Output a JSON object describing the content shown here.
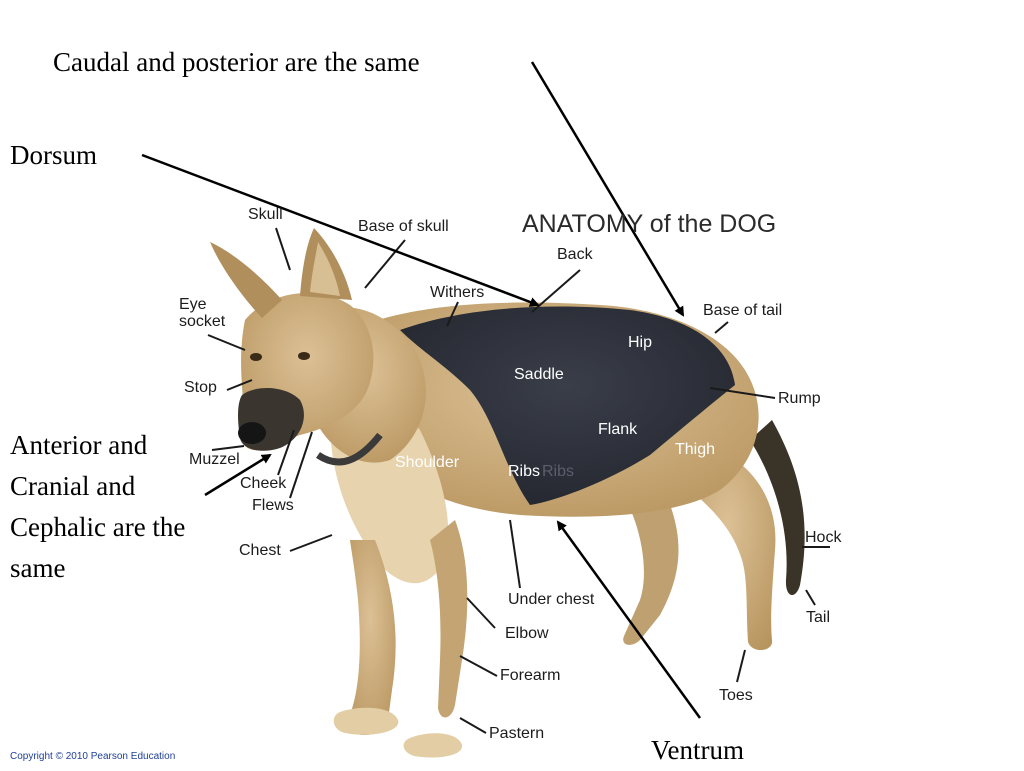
{
  "annotations": {
    "caudal": "Caudal and posterior are the same",
    "dorsum": "Dorsum",
    "anterior": [
      "Anterior and",
      "Cranial and",
      "Cephalic are the",
      "same"
    ],
    "ventrum": "Ventrum"
  },
  "figure": {
    "title": "ANATOMY of the DOG",
    "labels": {
      "skull": "Skull",
      "base_of_skull": "Base of skull",
      "back": "Back",
      "withers": "Withers",
      "base_of_tail": "Base of tail",
      "eye_socket": [
        "Eye",
        "socket"
      ],
      "hip": "Hip",
      "saddle": "Saddle",
      "stop": "Stop",
      "rump": "Rump",
      "flank": "Flank",
      "thigh": "Thigh",
      "muzzel": "Muzzel",
      "shoulder": "Shoulder",
      "ribs": "Ribs",
      "ribs_shadow": "Ribs",
      "cheek": "Cheek",
      "flews": "Flews",
      "hock": "Hock",
      "chest": "Chest",
      "under_chest": "Under chest",
      "tail": "Tail",
      "elbow": "Elbow",
      "forearm": "Forearm",
      "toes": "Toes",
      "pastern": "Pastern"
    },
    "colors": {
      "tan_coat": "#c9a978",
      "black_saddle": "#2a2d36",
      "label_text": "#1c1c1c"
    }
  },
  "footer": {
    "copyright": "Copyright © 2010 Pearson Education"
  }
}
